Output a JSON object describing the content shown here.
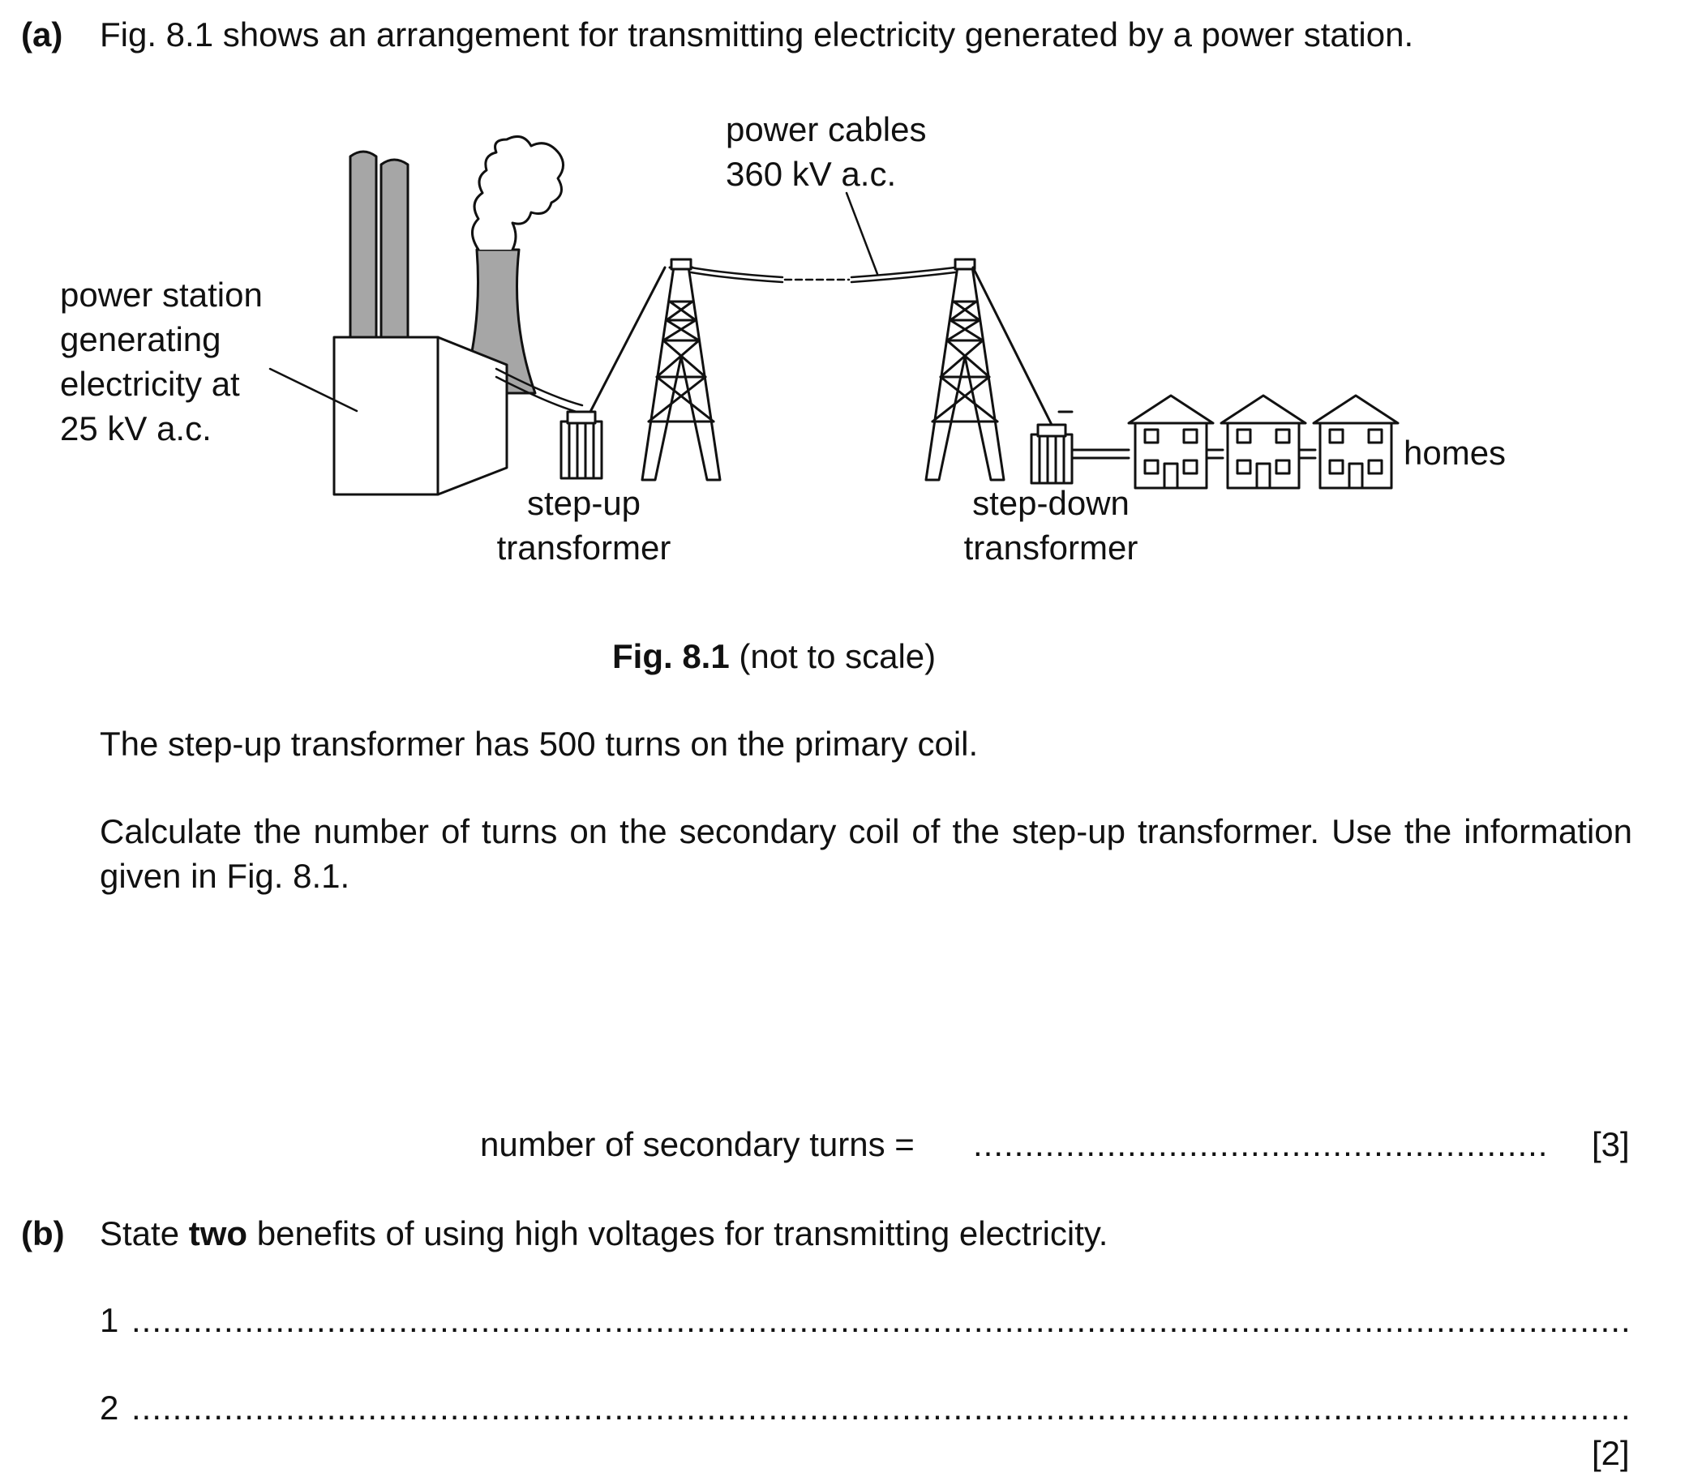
{
  "part_a": {
    "marker": "(a)",
    "intro": "Fig. 8.1 shows an arrangement for transmitting electricity generated by a power station."
  },
  "figure": {
    "labels": {
      "power_cables_line1": "power cables",
      "power_cables_line2": "360 kV a.c.",
      "power_station_line1": "power station",
      "power_station_line2": "generating",
      "power_station_line3": "electricity at",
      "power_station_line4": "25 kV a.c.",
      "step_up_line1": "step-up",
      "step_up_line2": "transformer",
      "step_down_line1": "step-down",
      "step_down_line2": "transformer",
      "homes": "homes"
    },
    "caption_bold": "Fig. 8.1",
    "caption_rest": " (not to scale)"
  },
  "question": {
    "turns_text": "The step-up transformer has 500 turns on the primary coil.",
    "calc_text": "Calculate the number of turns on the secondary coil of the step-up transformer. Use the information given in Fig. 8.1.",
    "answer_label": "number of secondary turns =",
    "answer_dots": "........................................................",
    "marks_a": "[3]"
  },
  "part_b": {
    "marker": "(b)",
    "text_pre": "State ",
    "text_bold": "two",
    "text_post": " benefits of using high voltages for transmitting electricity.",
    "line1_num": "1",
    "line2_num": "2",
    "line_dots": ".......................................................................................................................................................",
    "marks_b": "[2]"
  }
}
